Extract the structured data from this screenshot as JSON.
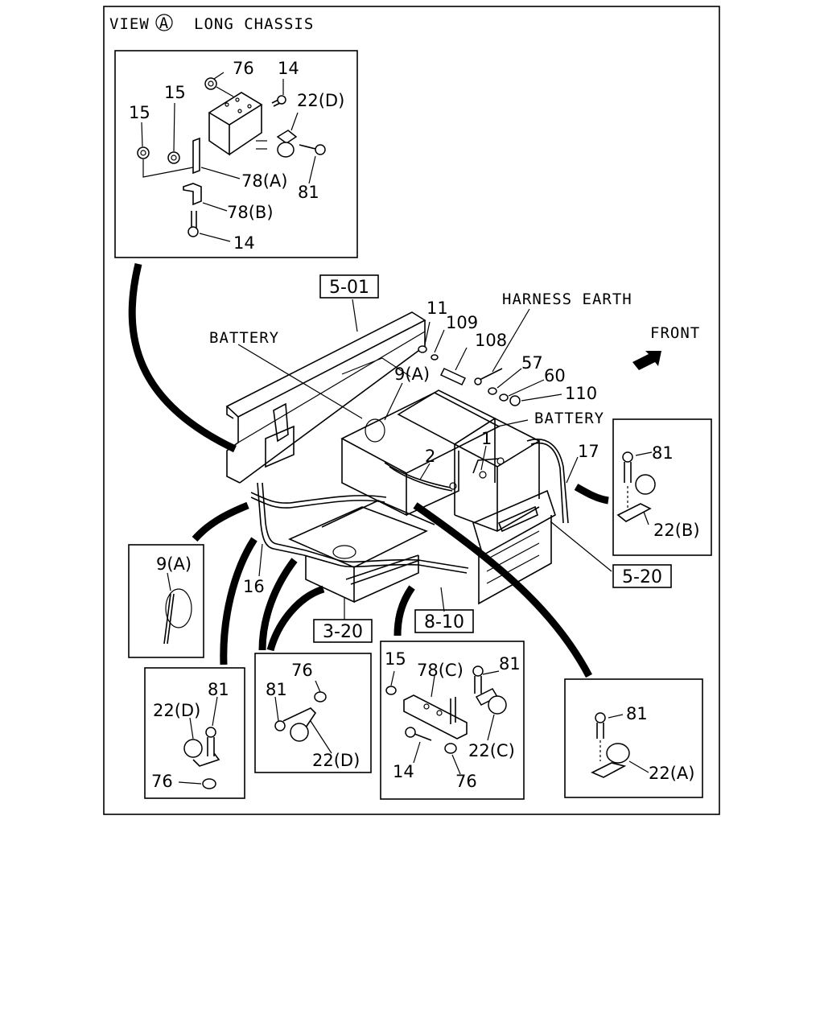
{
  "header": {
    "view_word": "VIEW",
    "view_letter": "A",
    "subtitle": "LONG CHASSIS"
  },
  "words": {
    "battery_1": "BATTERY",
    "battery_2": "BATTERY",
    "harness_earth": "HARNESS EARTH",
    "front": "FRONT"
  },
  "references": {
    "r501": "5-01",
    "r520": "5-20",
    "r320": "3-20",
    "r810": "8-10"
  },
  "detail_top": {
    "labels": [
      "76",
      "14",
      "15",
      "22(D)",
      "15",
      "78(A)",
      "81",
      "78(B)",
      "14"
    ]
  },
  "main_labels": {
    "l11": "11",
    "l109": "109",
    "l108": "108",
    "l9a": "9(A)",
    "l57": "57",
    "l60": "60",
    "l110": "110",
    "l1": "1",
    "l2": "2",
    "l17": "17",
    "l16": "16"
  },
  "detail_right_b": {
    "labels": [
      "81",
      "22(B)"
    ]
  },
  "detail_left_9a": {
    "labels": [
      "9(A)"
    ]
  },
  "detail_22d_a": {
    "labels": [
      "22(D)",
      "81",
      "76"
    ]
  },
  "detail_22d_b": {
    "labels": [
      "76",
      "81",
      "22(D)"
    ]
  },
  "detail_78c": {
    "labels": [
      "15",
      "78(C)",
      "81",
      "22(C)",
      "14",
      "76"
    ]
  },
  "detail_22a": {
    "labels": [
      "81",
      "22(A)"
    ]
  }
}
